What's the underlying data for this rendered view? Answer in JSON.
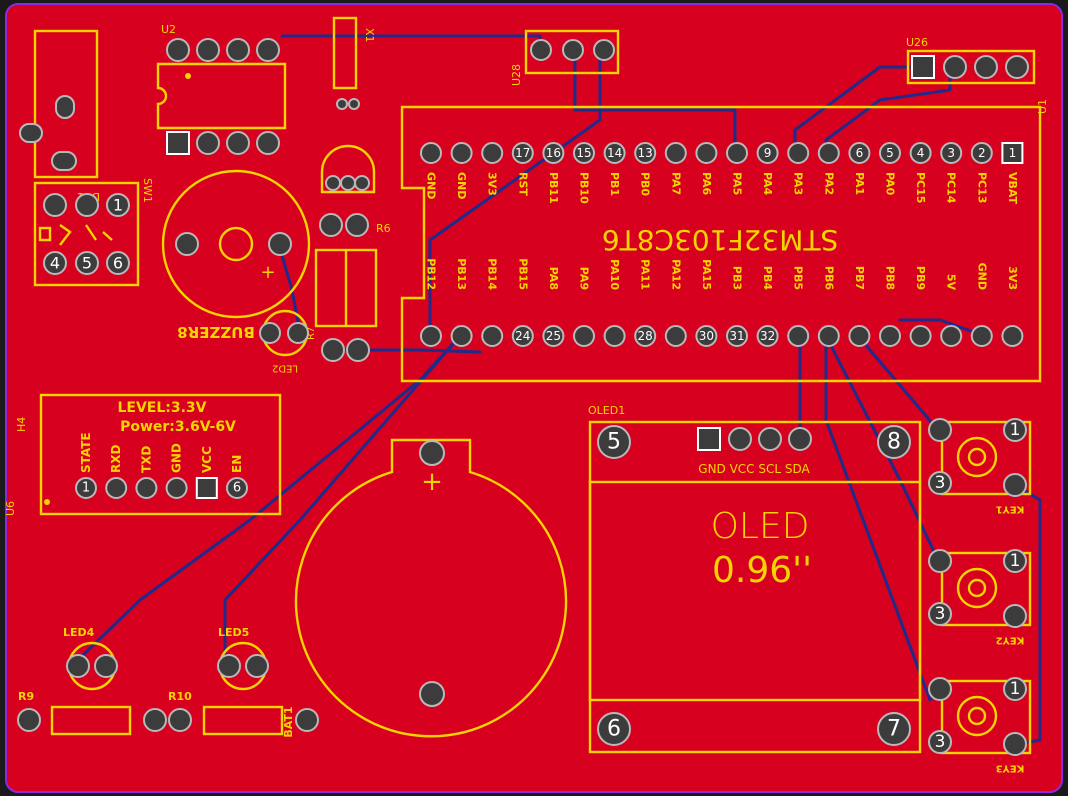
{
  "colors": {
    "board": "#d8001f",
    "edge": "#8a2be2",
    "silk": "#f5d400",
    "pad": "#3c3c3c",
    "trace": "#1f2a8a"
  },
  "labels": {
    "u1": "U1",
    "u2": "U2",
    "u26": "U26",
    "u28": "U28",
    "u6": "U6",
    "h4": "H4",
    "x1": "X1",
    "sw1": "SW1",
    "dc1": "DC1",
    "r6": "R6",
    "r9": "R9",
    "r10": "R10",
    "bat1": "BAT1",
    "buzzer8": "BUZZER8",
    "led2": "LED2",
    "led4": "LED4",
    "led5": "LED5",
    "oled1": "OLED1",
    "key1": "KEY1",
    "key2": "KEY2",
    "key3": "KEY3",
    "plus": "+",
    "mcu": "STM32F103C8T6",
    "oled_title": "OLED",
    "oled_size": "0.96''",
    "oled_pins": "GND VCC SCL SDA",
    "bt_level": "LEVEL:3.3V",
    "bt_power": "Power:3.6V-6V"
  },
  "mcu_top_pins": [
    "GND",
    "GND",
    "3V3",
    "RST",
    "PB11",
    "PB10",
    "PB1",
    "PB0",
    "PA7",
    "PA6",
    "PA5",
    "PA4",
    "PA3",
    "PA2",
    "PA1",
    "PA0",
    "PC15",
    "PC14",
    "PC13",
    "VBAT"
  ],
  "mcu_top_nums": [
    "",
    "",
    "",
    "17",
    "16",
    "15",
    "14",
    "13",
    "",
    "",
    "",
    "9",
    "",
    "",
    "6",
    "5",
    "4",
    "3",
    "2",
    "1"
  ],
  "mcu_bottom_pins": [
    "PB12",
    "PB13",
    "PB14",
    "PB15",
    "PA8",
    "PA9",
    "PA10",
    "PA11",
    "PA12",
    "PA15",
    "PB3",
    "PB4",
    "PB5",
    "PB6",
    "PB7",
    "PB8",
    "PB9",
    "5V",
    "GND",
    "3V3"
  ],
  "mcu_bottom_nums": [
    "",
    "",
    "",
    "24",
    "25",
    "",
    "",
    "28",
    "",
    "30",
    "31",
    "32",
    "",
    "",
    "",
    "",
    "",
    "",
    "",
    ""
  ],
  "bt_pins": [
    "STATE",
    "RXD",
    "TXD",
    "GND",
    "VCC",
    "EN"
  ],
  "bt_nums": [
    "1",
    "",
    "",
    "",
    "",
    "6"
  ],
  "oled_corner_nums": [
    "5",
    "8",
    "6",
    "7"
  ],
  "dc_nums": [
    "1",
    "4",
    "5",
    "6"
  ],
  "key_nums": [
    "1",
    "3"
  ]
}
